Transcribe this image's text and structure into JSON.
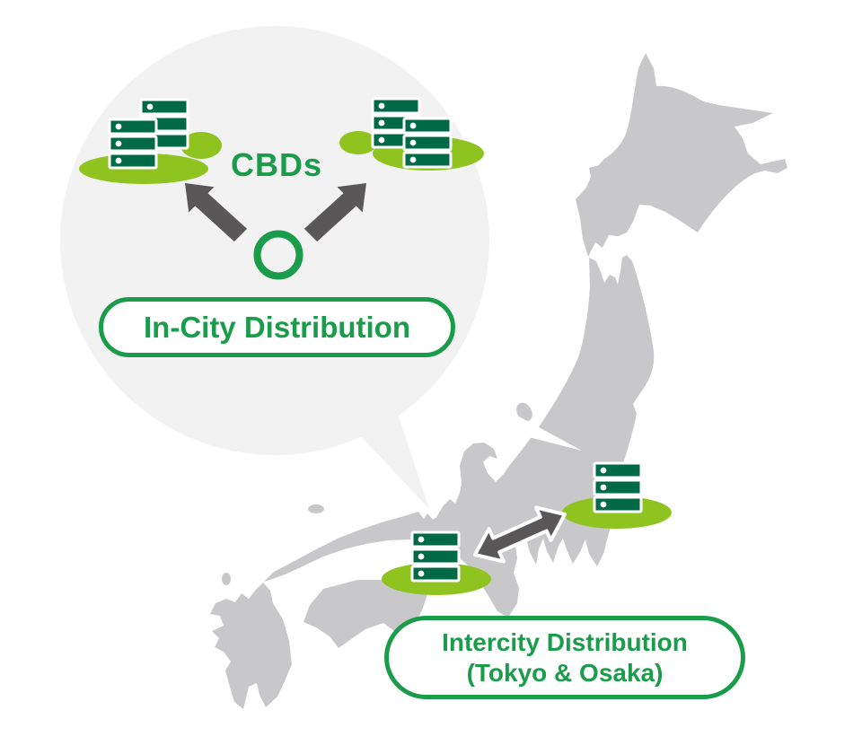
{
  "diagram": {
    "bubble": {
      "cbds_label": "CBDs",
      "pill_label": "In-City Distribution"
    },
    "map": {
      "pill_line1": "Intercity Distribution",
      "pill_line2": "(Tokyo & Osaka)"
    },
    "icons": {
      "server_stack": "server-stack-icon",
      "origin_ring": "origin-ring-icon",
      "arrow_up_left": "arrow-up-left-icon",
      "arrow_up_right": "arrow-up-right-icon",
      "double_arrow": "intercity-double-arrow-icon"
    },
    "colors": {
      "accent_green": "#1A9C4B",
      "server_green": "#006A47",
      "lime_green": "#8FC31F",
      "arrow_gray": "#595757",
      "map_gray": "#C8C8CA",
      "bubble_gray": "#F2F2F2"
    }
  }
}
